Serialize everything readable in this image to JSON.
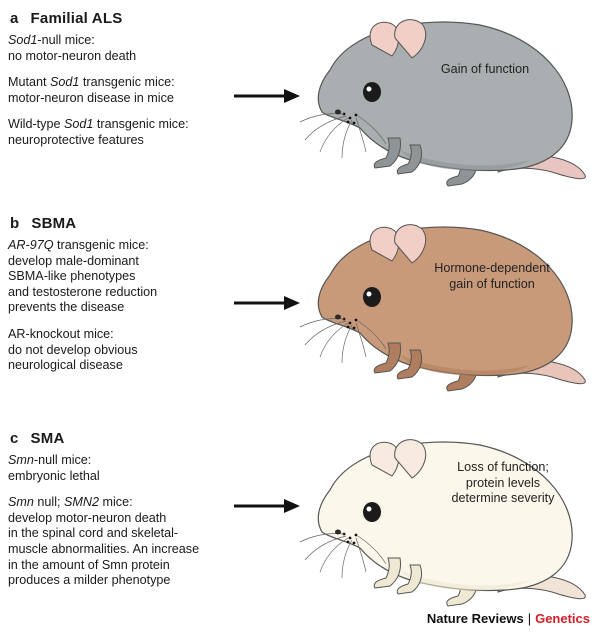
{
  "panels": [
    {
      "letter": "a",
      "title": "Familial ALS",
      "label": "Gain of function",
      "colors": {
        "body": "#a9aeb0",
        "shade": "#8f9597",
        "ear": "#f2cfc6",
        "tail": "#e8c5c0"
      },
      "paragraphs": [
        {
          "lines": [
            "§Sod1§-null mice:",
            "no motor-neuron death"
          ]
        },
        {
          "lines": [
            "Mutant §Sod1§ transgenic mice:",
            "motor-neuron disease in mice"
          ]
        },
        {
          "lines": [
            "Wild-type §Sod1§ transgenic mice:",
            "neuroprotective features"
          ]
        }
      ]
    },
    {
      "letter": "b",
      "title": "SBMA",
      "label": "Hormone-dependent gain of function",
      "colors": {
        "body": "#c89a79",
        "shade": "#b07e5e",
        "ear": "#f2cfc6",
        "tail": "#e9c4b8"
      },
      "paragraphs": [
        {
          "lines": [
            "§AR-97Q§ transgenic mice:",
            "develop male-dominant",
            "SBMA-like phenotypes",
            "and testosterone reduction",
            "prevents the disease"
          ]
        },
        {
          "lines": [
            "AR-knockout mice:",
            "do not develop obvious",
            "neurological disease"
          ]
        }
      ]
    },
    {
      "letter": "c",
      "title": "SMA",
      "label": "Loss of function; protein levels determine severity",
      "colors": {
        "body": "#fbf7ea",
        "shade": "#efe8d2",
        "ear": "#f7eadf",
        "tail": "#f1e4d6"
      },
      "paragraphs": [
        {
          "lines": [
            "§Smn§-null mice:",
            "embryonic lethal"
          ]
        },
        {
          "lines": [
            "§Smn§ null; §SMN2§ mice:",
            "develop motor-neuron death",
            "in the spinal cord and skeletal-",
            "muscle abnormalities. An increase",
            "in the amount of Smn protein",
            "produces a milder phenotype"
          ]
        }
      ]
    }
  ],
  "footer": {
    "left": "Nature Reviews",
    "separator": "|",
    "right": "Genetics"
  }
}
